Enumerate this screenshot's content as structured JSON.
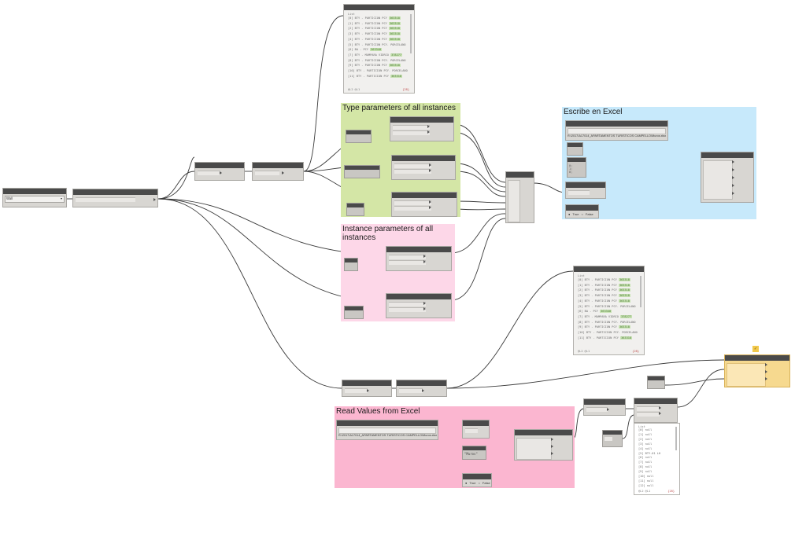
{
  "groups": {
    "type_params": {
      "title": "Type parameters of all instances",
      "color": "#d4e6a6"
    },
    "instance_params": {
      "title": "Instance parameters of all instances",
      "color": "#fdd7e8"
    },
    "excel_write": {
      "title": "Escribe en Excel",
      "color": "#c7e9fb"
    },
    "excel_read": {
      "title": "Read Values from Excel",
      "color": "#fbb6d0"
    }
  },
  "nodes": {
    "category_value": "Wall",
    "write_path": "R:\\2017\\A17014_APARTAMENTOS TURISTICOS CAMPELLO\\Muros.xlsx",
    "read_path": "R:\\2017\\A17014_APARTAMENTOS TURISTICOS CAMPELLO\\Muros.xlsx",
    "sheet_name": "\"Muros\"",
    "bool_true": "True",
    "bool_false": "False"
  },
  "watch_top": {
    "header": "List",
    "rows": [
      {
        "idx": "[0]",
        "text": "BTY - PARTICION PCY",
        "tag": "363318"
      },
      {
        "idx": "[1]",
        "text": "BTY - PARTICION PCY",
        "tag": "363318"
      },
      {
        "idx": "[2]",
        "text": "BTY - PARTICION PCY",
        "tag": "363318"
      },
      {
        "idx": "[3]",
        "text": "BTY - PARTICION PCY",
        "tag": "363318"
      },
      {
        "idx": "[4]",
        "text": "BTY - PARTICION PCY",
        "tag": "363318"
      },
      {
        "idx": "[5]",
        "text": "BTY - PARTICION PCY. PORCELANO",
        "tag": ""
      },
      {
        "idx": "[6]",
        "text": "BA - PCY",
        "tag": "363340"
      },
      {
        "idx": "[7]",
        "text": "BTY - MAMPARA VIDRIO",
        "tag": "378277"
      },
      {
        "idx": "[8]",
        "text": "BTY - PARTICION PCY. PORCELANO",
        "tag": ""
      },
      {
        "idx": "[9]",
        "text": "BTY - PARTICION PCY",
        "tag": "363318"
      },
      {
        "idx": "[10]",
        "text": "BTY - PARTICION PCY. PORCELANO",
        "tag": ""
      },
      {
        "idx": "[11]",
        "text": "BTY - PARTICION PCY",
        "tag": "363318"
      }
    ],
    "footer_left": "@L2 @L1",
    "footer_right": "{28}"
  },
  "watch_mid": {
    "header": "List",
    "rows": [
      {
        "idx": "[0]",
        "text": "BTY - PARTICION PCY",
        "tag": "363318"
      },
      {
        "idx": "[1]",
        "text": "BTY - PARTICION PCY",
        "tag": "363318"
      },
      {
        "idx": "[2]",
        "text": "BTY - PARTICION PCY",
        "tag": "363318"
      },
      {
        "idx": "[3]",
        "text": "BTY - PARTICION PCY",
        "tag": "363318"
      },
      {
        "idx": "[4]",
        "text": "BTY - PARTICION PCY",
        "tag": "363318"
      },
      {
        "idx": "[5]",
        "text": "BTY - PARTICION PCY. PORCELANO",
        "tag": ""
      },
      {
        "idx": "[6]",
        "text": "BA - PCY",
        "tag": "363340"
      },
      {
        "idx": "[7]",
        "text": "BTY - MAMPARA VIDRIO",
        "tag": "378277"
      },
      {
        "idx": "[8]",
        "text": "BTY - PARTICION PCY. PORCELANO",
        "tag": ""
      },
      {
        "idx": "[9]",
        "text": "BTY - PARTICION PCY",
        "tag": "363318"
      },
      {
        "idx": "[10]",
        "text": "BTY - PARTICION PCY. PORCELANO",
        "tag": ""
      },
      {
        "idx": "[11]",
        "text": "BTY - PARTICION PCY",
        "tag": "363318"
      }
    ],
    "footer_left": "@L2 @L1",
    "footer_right": "{28}"
  },
  "watch_bottom": {
    "header": "List",
    "rows": [
      {
        "idx": "[0]",
        "text": "null"
      },
      {
        "idx": "[1]",
        "text": "null"
      },
      {
        "idx": "[2]",
        "text": "null"
      },
      {
        "idx": "[3]",
        "text": "null"
      },
      {
        "idx": "[4]",
        "text": "null"
      },
      {
        "idx": "[5]",
        "text": "BTY-01 LH"
      },
      {
        "idx": "[6]",
        "text": "null"
      },
      {
        "idx": "[7]",
        "text": "null"
      },
      {
        "idx": "[8]",
        "text": "null"
      },
      {
        "idx": "[9]",
        "text": "null"
      },
      {
        "idx": "[10]",
        "text": "null"
      },
      {
        "idx": "[11]",
        "text": "null"
      },
      {
        "idx": "[12]",
        "text": "null"
      }
    ],
    "footer_left": "@L2 @L1",
    "footer_right": "{28}"
  }
}
